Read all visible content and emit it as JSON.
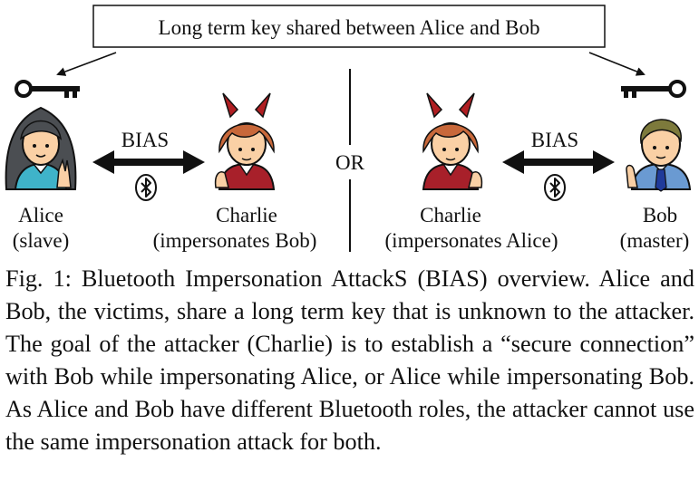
{
  "figure": {
    "top_box": "Long term key shared between Alice and Bob",
    "left_attack_label": "BIAS",
    "right_attack_label": "BIAS",
    "separator_label": "OR",
    "alice_name": "Alice",
    "alice_role": "(slave)",
    "charlie_left_name": "Charlie",
    "charlie_left_role": "(impersonates Bob)",
    "charlie_right_name": "Charlie",
    "charlie_right_role": "(impersonates Alice)",
    "bob_name": "Bob",
    "bob_role": "(master)",
    "colors": {
      "alice_shirt": "#3fb3c9",
      "alice_hair": "#4b4e52",
      "charlie_shirt": "#a8202a",
      "charlie_hair": "#c8683a",
      "horns": "#b01e22",
      "bob_shirt": "#6a9ad2",
      "bob_hair": "#7d7a3c",
      "bob_tie": "#1f3a9a",
      "skin": "#fad0a5"
    }
  },
  "caption": "Fig. 1: Bluetooth Impersonation AttackS (BIAS) overview. Alice and Bob, the victims, share a long term key that is unknown to the attacker. The goal of the attacker (Charlie) is to establish a “secure connection” with Bob while impersonating Alice, or Alice while impersonating Bob. As Alice and Bob have different Bluetooth roles, the attacker cannot use the same impersonation attack for both."
}
